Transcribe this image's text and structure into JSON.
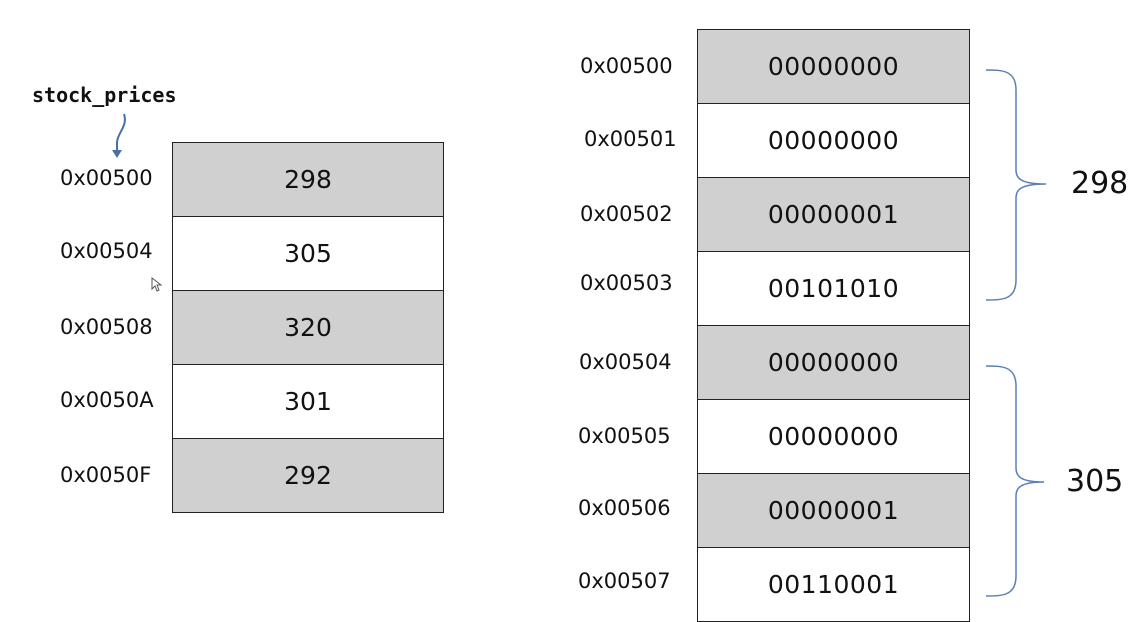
{
  "variable_name": "stock_prices",
  "left_table": {
    "rows": [
      {
        "address": "0x00500",
        "value": "298",
        "shaded": true
      },
      {
        "address": "0x00504",
        "value": "305",
        "shaded": false
      },
      {
        "address": "0x00508",
        "value": "320",
        "shaded": true
      },
      {
        "address": "0x0050A",
        "value": "301",
        "shaded": false
      },
      {
        "address": "0x0050F",
        "value": "292",
        "shaded": true
      }
    ]
  },
  "right_table": {
    "rows": [
      {
        "address": "0x00500",
        "bits": "00000000",
        "shaded": true
      },
      {
        "address": "0x00501",
        "bits": "00000000",
        "shaded": false
      },
      {
        "address": "0x00502",
        "bits": "00000001",
        "shaded": true
      },
      {
        "address": "0x00503",
        "bits": "00101010",
        "shaded": false
      },
      {
        "address": "0x00504",
        "bits": "00000000",
        "shaded": true
      },
      {
        "address": "0x00505",
        "bits": "00000000",
        "shaded": false
      },
      {
        "address": "0x00506",
        "bits": "00000001",
        "shaded": true
      },
      {
        "address": "0x00507",
        "bits": "00110001",
        "shaded": false
      }
    ]
  },
  "groups": [
    {
      "value": "298"
    },
    {
      "value": "305"
    }
  ],
  "colors": {
    "shaded_cell": "#d0d0d0",
    "arrow": "#4a6fa5",
    "brace": "#5b7fb5"
  }
}
